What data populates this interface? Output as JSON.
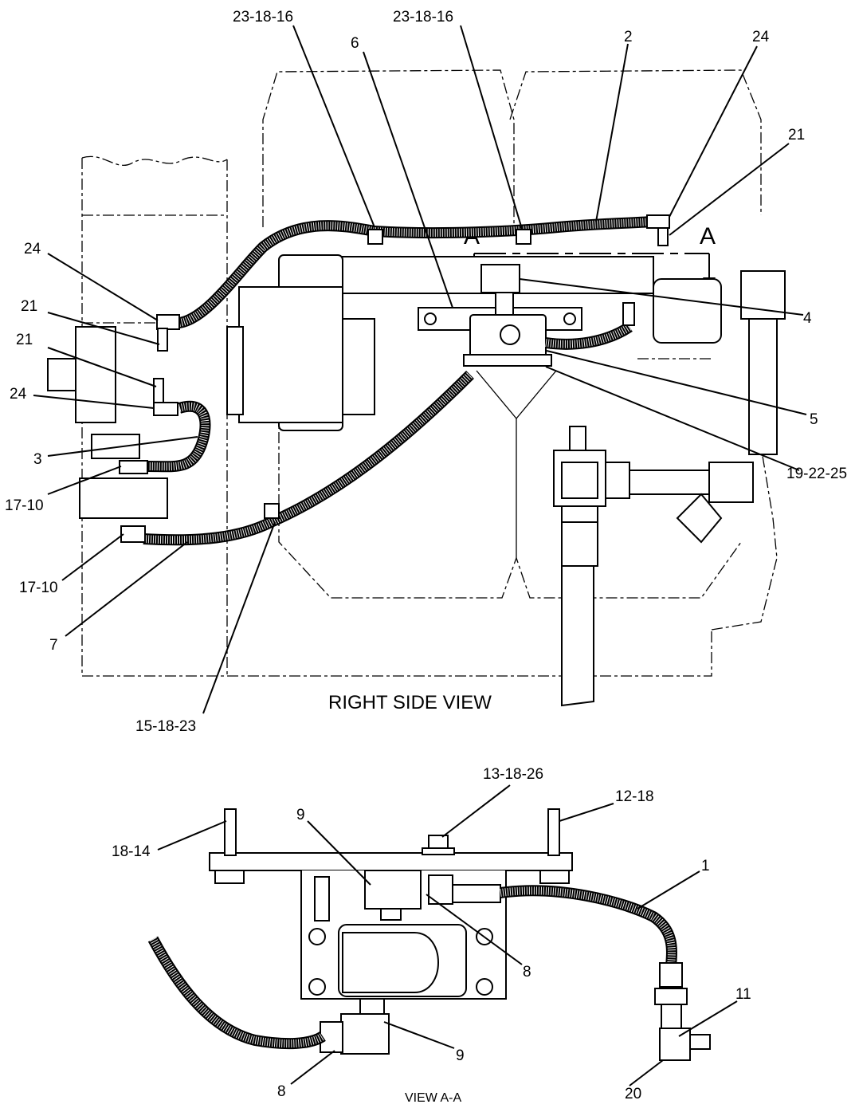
{
  "views": {
    "right_side_title": "RIGHT SIDE VIEW",
    "section_title": "VIEW A-A",
    "section_marker": "A"
  },
  "callouts": {
    "c_23_18_16_a": "23-18-16",
    "c_23_18_16_b": "23-18-16",
    "c_6": "6",
    "c_2": "2",
    "c_24_top": "24",
    "c_21_top": "21",
    "c_24_left": "24",
    "c_21_left_a": "21",
    "c_21_left_b": "21",
    "c_24_left_b": "24",
    "c_3": "3",
    "c_17_10_a": "17-10",
    "c_17_10_b": "17-10",
    "c_7": "7",
    "c_15_18_23": "15-18-23",
    "c_4": "4",
    "c_5": "5",
    "c_19_22_25": "19-22-25",
    "c_13_18_26": "13-18-26",
    "c_9_top": "9",
    "c_12_18": "12-18",
    "c_18_14": "18-14",
    "c_1": "1",
    "c_8_right": "8",
    "c_11": "11",
    "c_9_bottom": "9",
    "c_8_bottom": "8",
    "c_20": "20"
  },
  "colors": {
    "line": "#000000",
    "background": "#ffffff",
    "hose_fill": "#eeeeee"
  }
}
